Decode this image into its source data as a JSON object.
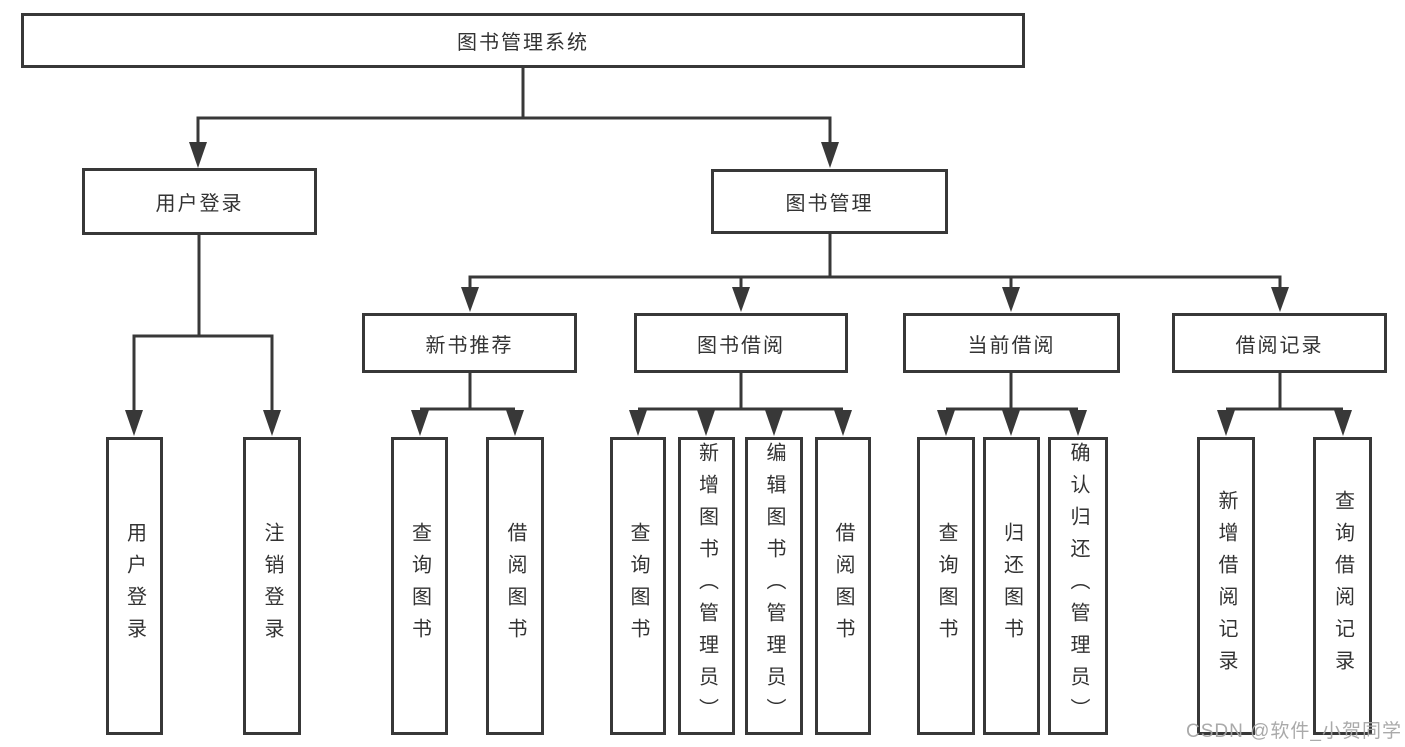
{
  "tree": {
    "label": "图书管理系统",
    "children": [
      {
        "label": "用户登录",
        "children": [
          {
            "label": "用户登录"
          },
          {
            "label": "注销登录"
          }
        ]
      },
      {
        "label": "图书管理",
        "children": [
          {
            "label": "新书推荐",
            "children": [
              {
                "label": "查询图书"
              },
              {
                "label": "借阅图书"
              }
            ]
          },
          {
            "label": "图书借阅",
            "children": [
              {
                "label": "查询图书"
              },
              {
                "label": "新增图书（管理员）"
              },
              {
                "label": "编辑图书（管理员）"
              },
              {
                "label": "借阅图书"
              }
            ]
          },
          {
            "label": "当前借阅",
            "children": [
              {
                "label": "查询图书"
              },
              {
                "label": "归还图书"
              },
              {
                "label": "确认归还（管理员）"
              }
            ]
          },
          {
            "label": "借阅记录",
            "children": [
              {
                "label": "新增借阅记录"
              },
              {
                "label": "查询借阅记录"
              }
            ]
          }
        ]
      }
    ]
  },
  "watermark": {
    "text": "CSDN @软件_小贺同学"
  },
  "colors": {
    "line": "#383838",
    "border": "#383838",
    "text": "#333333",
    "watermark": "#a5a5a5",
    "background": "#ffffff"
  }
}
